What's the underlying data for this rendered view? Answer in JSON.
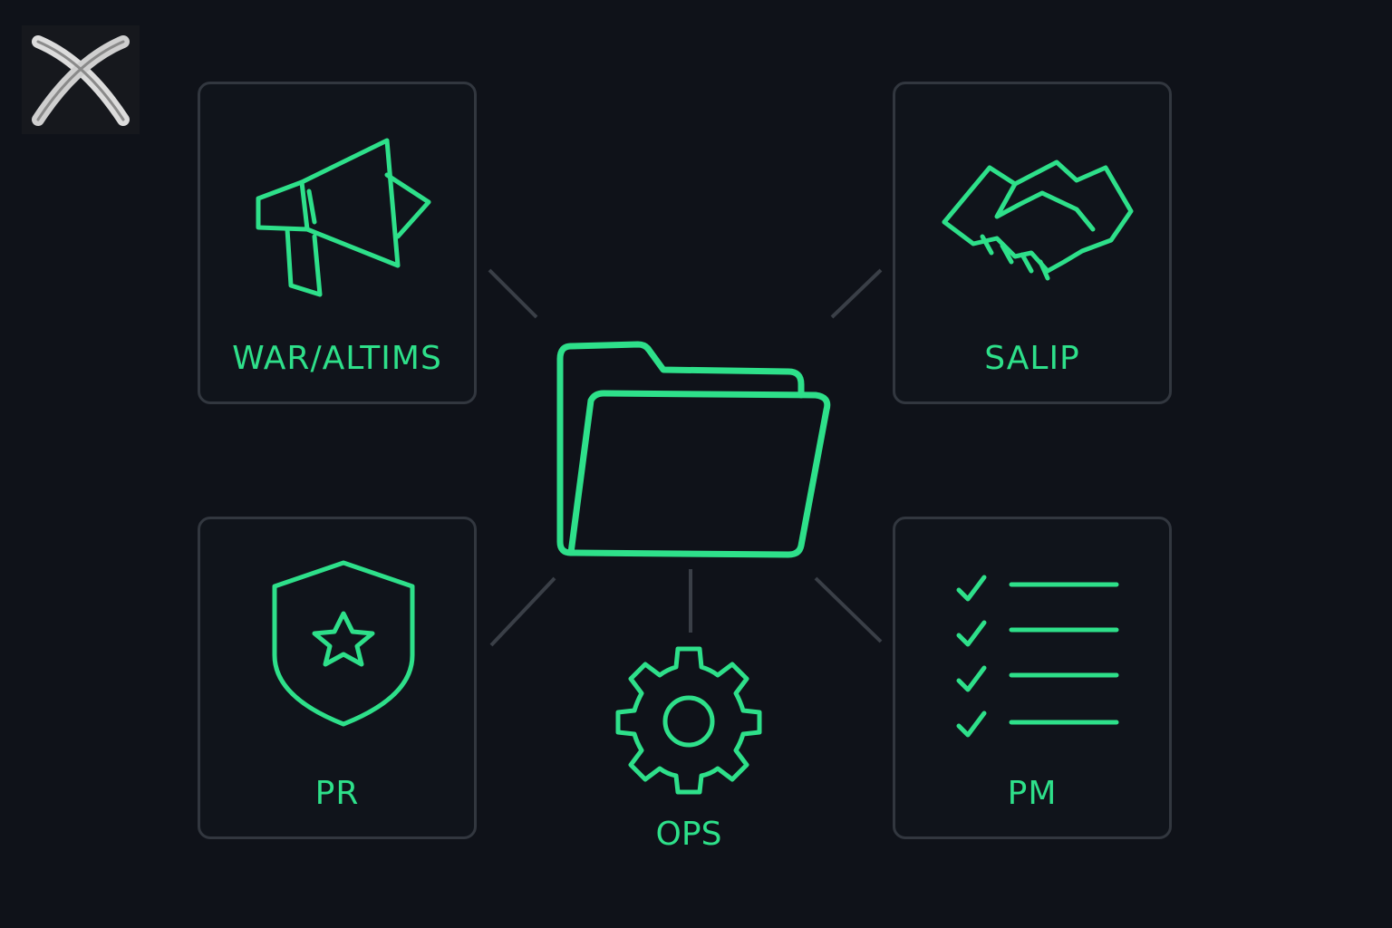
{
  "colors": {
    "background": "#0f1219",
    "accent": "#2ee08a",
    "card_border": "#32373f",
    "connector": "#3a3f47"
  },
  "logo": {
    "icon": "crossed-orbits-logo"
  },
  "center": {
    "icon": "folder-icon"
  },
  "cards": [
    {
      "id": "top-left",
      "label": "WAR/ALTIMS",
      "icon": "megaphone-icon"
    },
    {
      "id": "top-right",
      "label": "SALIP",
      "icon": "handshake-icon"
    },
    {
      "id": "bottom-left",
      "label": "PR",
      "icon": "shield-star-icon"
    },
    {
      "id": "bottom-right",
      "label": "PM",
      "icon": "checklist-icon"
    }
  ],
  "ops": {
    "label": "OPS",
    "icon": "gear-icon"
  }
}
